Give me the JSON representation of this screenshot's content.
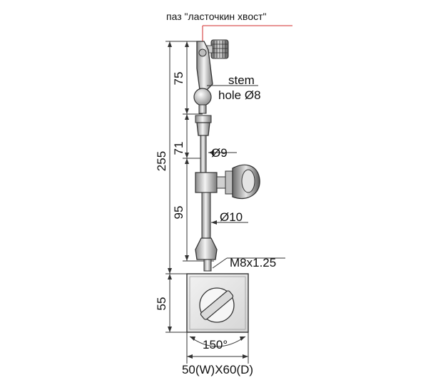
{
  "labels": {
    "dovetail_slot": "паз \"ласточкин хвост\"",
    "stem": "stem",
    "hole": "hole Ø8",
    "dia_upper_rod": "Ø9",
    "dia_lower_rod": "Ø10",
    "thread": "M8x1.25",
    "swivel_angle": "150°",
    "base_size": "50(W)X60(D)"
  },
  "dimensions": {
    "top_arm": "75",
    "middle_arm": "71",
    "lower_arm": "95",
    "total_height": "255",
    "base_height": "55"
  },
  "colors": {
    "outline": "#333333",
    "metal_light": "#eeeeee",
    "metal_mid": "#c8c8c8",
    "metal_dark": "#6a6a6a",
    "accent_red": "#d22a2a"
  }
}
